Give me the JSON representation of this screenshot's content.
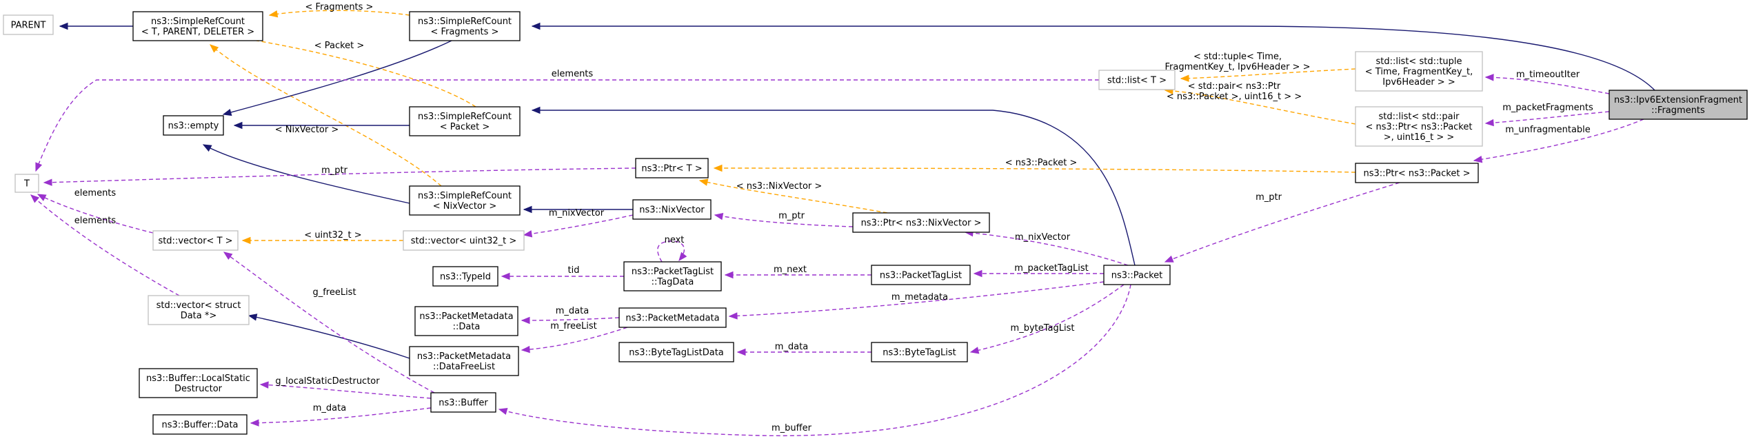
{
  "nodes": {
    "parent": {
      "lines": [
        "PARENT"
      ]
    },
    "simplerefcount_generic": {
      "lines": [
        "ns3::SimpleRefCount",
        "< T, PARENT, DELETER >"
      ]
    },
    "simplerefcount_fragments": {
      "lines": [
        "ns3::SimpleRefCount",
        "< Fragments >"
      ]
    },
    "ns3_empty": {
      "lines": [
        "ns3::empty"
      ]
    },
    "simplerefcount_packet": {
      "lines": [
        "ns3::SimpleRefCount",
        "< Packet >"
      ]
    },
    "t": {
      "lines": [
        "T"
      ]
    },
    "std_list_t": {
      "lines": [
        "std::list< T >"
      ]
    },
    "list_tuple": {
      "lines": [
        "std::list< std::tuple",
        "< Time, FragmentKey_t,",
        "Ipv6Header > >"
      ]
    },
    "list_pair": {
      "lines": [
        "std::list< std::pair",
        "< ns3::Ptr< ns3::Packet",
        ">, uint16_t > >"
      ]
    },
    "fragments": {
      "lines": [
        "ns3::Ipv6ExtensionFragment",
        "::Fragments"
      ]
    },
    "ptr_t": {
      "lines": [
        "ns3::Ptr< T >"
      ]
    },
    "ptr_packet": {
      "lines": [
        "ns3::Ptr< ns3::Packet >"
      ]
    },
    "simplerefcount_nixvector": {
      "lines": [
        "ns3::SimpleRefCount",
        "< NixVector >"
      ]
    },
    "nixvector": {
      "lines": [
        "ns3::NixVector"
      ]
    },
    "ptr_nixvector": {
      "lines": [
        "ns3::Ptr< ns3::NixVector >"
      ]
    },
    "std_vector_t": {
      "lines": [
        "std::vector< T >"
      ]
    },
    "vector_uint32": {
      "lines": [
        "std::vector< uint32_t >"
      ]
    },
    "typeid": {
      "lines": [
        "ns3::TypeId"
      ]
    },
    "tagdata": {
      "lines": [
        "ns3::PacketTagList",
        "::TagData"
      ]
    },
    "packettaglist": {
      "lines": [
        "ns3::PacketTagList"
      ]
    },
    "packet": {
      "lines": [
        "ns3::Packet"
      ]
    },
    "vector_struct_data": {
      "lines": [
        "std::vector< struct",
        "Data *>"
      ]
    },
    "metadata_data": {
      "lines": [
        "ns3::PacketMetadata",
        "::Data"
      ]
    },
    "packetmetadata": {
      "lines": [
        "ns3::PacketMetadata"
      ]
    },
    "metadata_freelist": {
      "lines": [
        "ns3::PacketMetadata",
        "::DataFreeList"
      ]
    },
    "bytetaglistdata": {
      "lines": [
        "ns3::ByteTagListData"
      ]
    },
    "bytetaglist": {
      "lines": [
        "ns3::ByteTagList"
      ]
    },
    "buffer_localstatic": {
      "lines": [
        "ns3::Buffer::LocalStatic",
        "Destructor"
      ]
    },
    "buffer": {
      "lines": [
        "ns3::Buffer"
      ]
    },
    "buffer_data": {
      "lines": [
        "ns3::Buffer::Data"
      ]
    }
  },
  "edge_labels": {
    "fragments_tpl": [
      "< Fragments >"
    ],
    "packet_tpl": [
      "< Packet >"
    ],
    "nixvector_tpl": [
      "< NixVector >"
    ],
    "elements_list": [
      "elements"
    ],
    "tuple_tpl": [
      "< std::tuple< Time,",
      "FragmentKey_t, Ipv6Header > >"
    ],
    "pair_tpl": [
      "< std::pair< ns3::Ptr",
      "< ns3::Packet >, uint16_t > >"
    ],
    "m_timeoutIter": [
      "m_timeoutIter"
    ],
    "m_packetFragments": [
      "m_packetFragments"
    ],
    "m_unfragmentable": [
      "m_unfragmentable"
    ],
    "m_ptr_t": [
      "m_ptr"
    ],
    "ptr_packet_tpl": [
      "< ns3::Packet >"
    ],
    "ptr_nix_tpl": [
      "< ns3::NixVector >"
    ],
    "m_ptr_packet": [
      "m_ptr"
    ],
    "m_ptr_nix": [
      "m_ptr"
    ],
    "m_nixVector_pkt": [
      "m_nixVector"
    ],
    "m_nixVector_nv": [
      "m_nixVector"
    ],
    "elements_vec": [
      "elements"
    ],
    "elements_struct": [
      "elements"
    ],
    "uint32_tpl": [
      "< uint32_t >"
    ],
    "next": [
      "next"
    ],
    "tid": [
      "tid"
    ],
    "m_next": [
      "m_next"
    ],
    "m_packetTagList": [
      "m_packetTagList"
    ],
    "m_metadata": [
      "m_metadata"
    ],
    "g_freeList": [
      "g_freeList"
    ],
    "m_data_meta": [
      "m_data"
    ],
    "m_freeList": [
      "m_freeList"
    ],
    "m_byteTagList": [
      "m_byteTagList"
    ],
    "m_data_btl": [
      "m_data"
    ],
    "g_localStaticDestructor": [
      "g_localStaticDestructor"
    ],
    "m_data_buf": [
      "m_data"
    ],
    "m_buffer": [
      "m_buffer"
    ]
  }
}
